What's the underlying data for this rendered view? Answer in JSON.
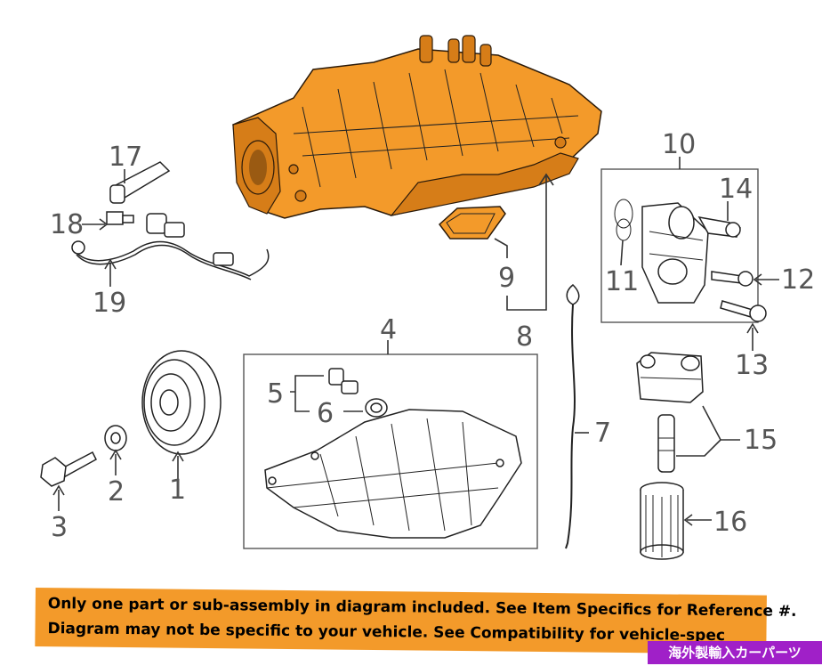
{
  "diagram": {
    "colors": {
      "highlight": "#f39a2a",
      "line": "#333333",
      "label": "#555555"
    },
    "callouts": [
      "1",
      "2",
      "3",
      "4",
      "5",
      "6",
      "7",
      "8",
      "9",
      "10",
      "11",
      "12",
      "13",
      "14",
      "15",
      "16",
      "17",
      "18",
      "19"
    ]
  },
  "banner": {
    "line1": "Only one part or sub-assembly in diagram included. See Item Specifics for Reference #.",
    "line2": "Diagram may not be specific to your vehicle. See Compatibility for vehicle-spec",
    "color": "#f39a2a"
  },
  "watermark": {
    "text": "海外製輸入カーパーツ",
    "color": "#a020c8"
  }
}
